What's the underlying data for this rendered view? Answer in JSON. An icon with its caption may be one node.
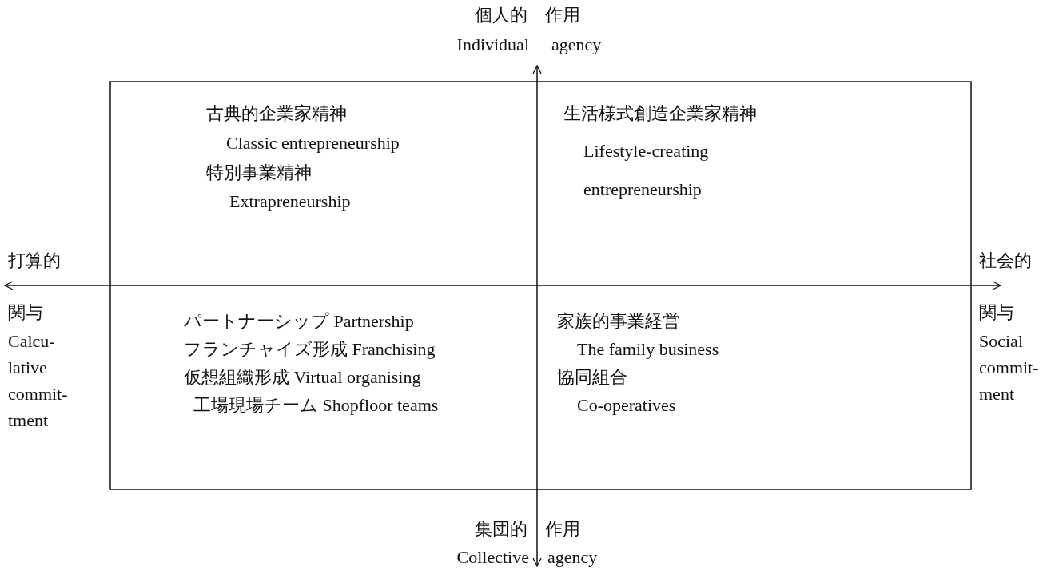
{
  "diagram": {
    "labels": [
      "個人的",
      "作用",
      "Individual",
      "agency",
      "古典的企業家精神",
      "Classic entrepreneurship",
      "特別事業精神",
      "Extrapreneurship",
      "生活様式創造企業家精神",
      "Lifestyle-creating entrepreneurship",
      "打算的",
      "社会的",
      "関与",
      "Calcu- lative commit- tment",
      "関与",
      "Social commit- ment",
      "パートナーシップ Partnership",
      "フランチャイズ形成 Franchising",
      "仮想組織形成 Virtual organising",
      "工場現場チーム Shopfloor teams",
      "家族的事業経営",
      "The family business",
      "協同組合",
      "Co-operatives",
      "集団的",
      "作用",
      "Collective",
      "agency"
    ]
  }
}
